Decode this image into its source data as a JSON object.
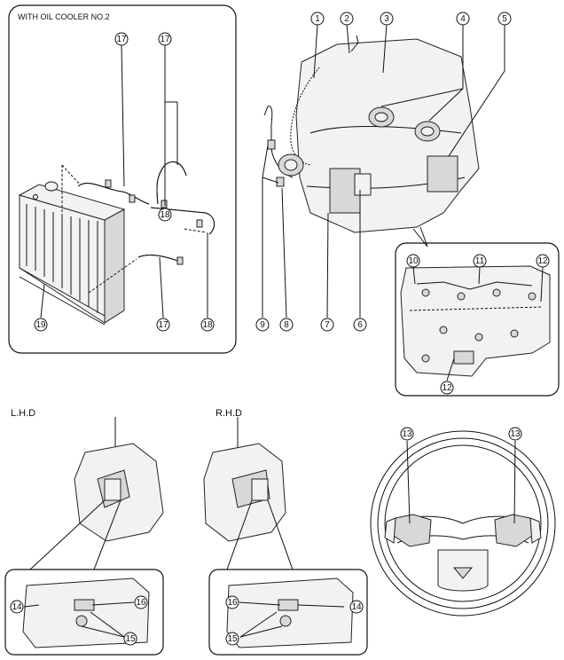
{
  "texts": {
    "oil_cooler_title": "WITH OIL COOLER NO.2",
    "lhd_label": "L.H.D",
    "rhd_label": "R.H.D"
  },
  "callouts": [
    {
      "id": "c1",
      "text": "1"
    },
    {
      "id": "c2",
      "text": "2"
    },
    {
      "id": "c3",
      "text": "3"
    },
    {
      "id": "c4",
      "text": "4"
    },
    {
      "id": "c5",
      "text": "5"
    },
    {
      "id": "c6",
      "text": "6"
    },
    {
      "id": "c7",
      "text": "7"
    },
    {
      "id": "c8",
      "text": "8"
    },
    {
      "id": "c9",
      "text": "9"
    },
    {
      "id": "c10",
      "text": "10"
    },
    {
      "id": "c11",
      "text": "11"
    },
    {
      "id": "c12a",
      "text": "12"
    },
    {
      "id": "c12b",
      "text": "12"
    },
    {
      "id": "c13a",
      "text": "13"
    },
    {
      "id": "c13b",
      "text": "13"
    },
    {
      "id": "c14a",
      "text": "14"
    },
    {
      "id": "c14b",
      "text": "14"
    },
    {
      "id": "c15a",
      "text": "15"
    },
    {
      "id": "c15b",
      "text": "15"
    },
    {
      "id": "c16a",
      "text": "16"
    },
    {
      "id": "c16b",
      "text": "16"
    },
    {
      "id": "c17a",
      "text": "17"
    },
    {
      "id": "c17b",
      "text": "17"
    },
    {
      "id": "c17c",
      "text": "17"
    },
    {
      "id": "c18a",
      "text": "18"
    },
    {
      "id": "c18b",
      "text": "18"
    },
    {
      "id": "c19",
      "text": "19"
    }
  ]
}
